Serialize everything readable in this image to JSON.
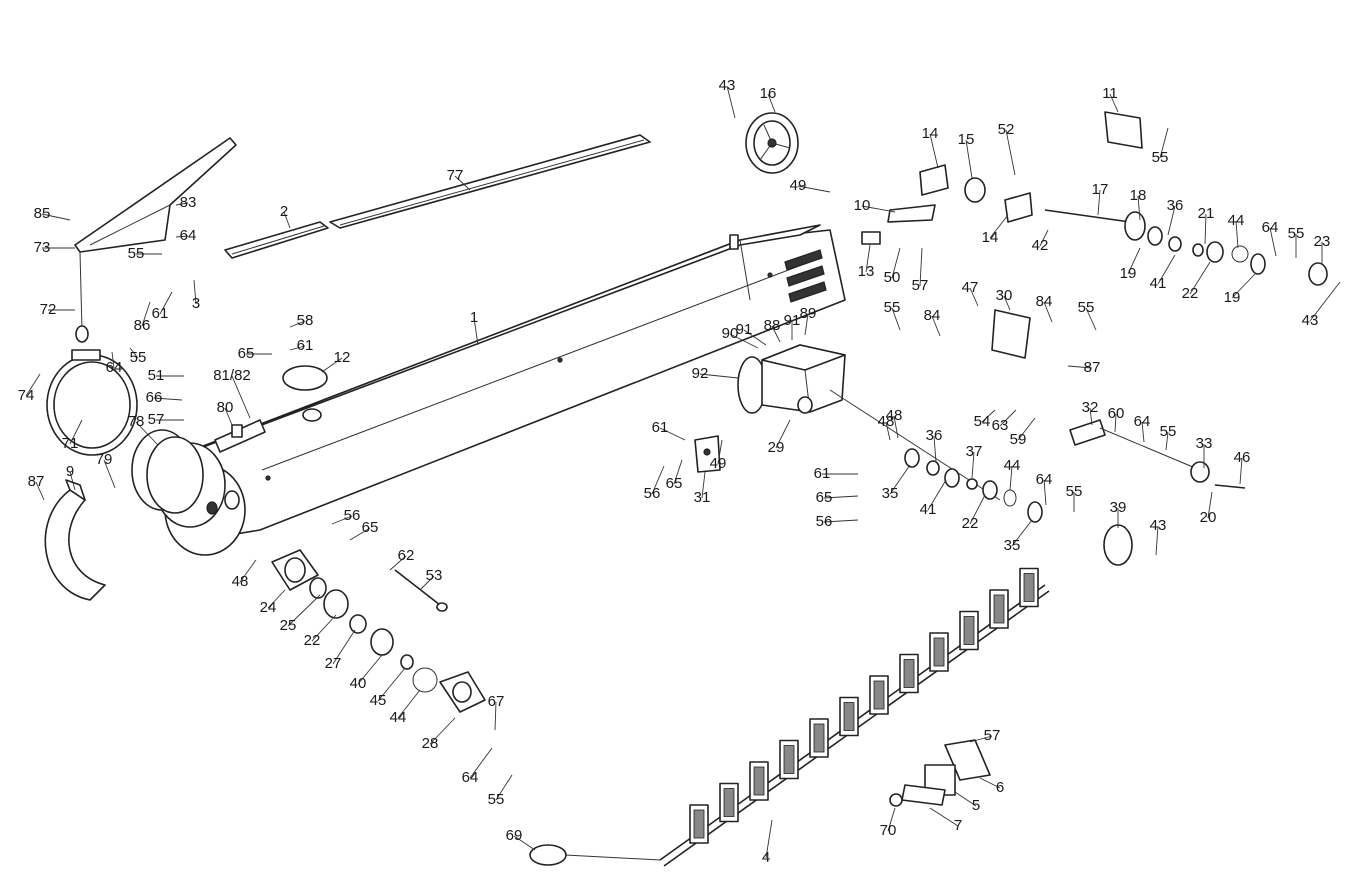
{
  "parts": [
    {
      "id": "p77",
      "text": "77"
    },
    {
      "id": "p2",
      "text": "2"
    },
    {
      "id": "p1",
      "text": "1"
    },
    {
      "id": "p85",
      "text": "85"
    },
    {
      "id": "p73",
      "text": "73"
    },
    {
      "id": "p83",
      "text": "83"
    },
    {
      "id": "p64a",
      "text": "64"
    },
    {
      "id": "p55a",
      "text": "55"
    },
    {
      "id": "p3",
      "text": "3"
    },
    {
      "id": "p72",
      "text": "72"
    },
    {
      "id": "p86",
      "text": "86"
    },
    {
      "id": "p61a",
      "text": "61"
    },
    {
      "id": "p58",
      "text": "58"
    },
    {
      "id": "p65a",
      "text": "65"
    },
    {
      "id": "p61b",
      "text": "61"
    },
    {
      "id": "p12",
      "text": "12"
    },
    {
      "id": "p64b",
      "text": "64"
    },
    {
      "id": "p55b",
      "text": "55"
    },
    {
      "id": "p74",
      "text": "74"
    },
    {
      "id": "p51",
      "text": "51"
    },
    {
      "id": "p81",
      "text": "81/82"
    },
    {
      "id": "p66",
      "text": "66"
    },
    {
      "id": "p57a",
      "text": "57"
    },
    {
      "id": "p80",
      "text": "80"
    },
    {
      "id": "p78",
      "text": "78"
    },
    {
      "id": "p71",
      "text": "71"
    },
    {
      "id": "p87a",
      "text": "87"
    },
    {
      "id": "p9",
      "text": "9"
    },
    {
      "id": "p79",
      "text": "79"
    },
    {
      "id": "p56a",
      "text": "56"
    },
    {
      "id": "p65b",
      "text": "65"
    },
    {
      "id": "p62",
      "text": "62"
    },
    {
      "id": "p53",
      "text": "53"
    },
    {
      "id": "p48a",
      "text": "48"
    },
    {
      "id": "p24",
      "text": "24"
    },
    {
      "id": "p25",
      "text": "25"
    },
    {
      "id": "p22a",
      "text": "22"
    },
    {
      "id": "p27",
      "text": "27"
    },
    {
      "id": "p40",
      "text": "40"
    },
    {
      "id": "p45",
      "text": "45"
    },
    {
      "id": "p44a",
      "text": "44"
    },
    {
      "id": "p28",
      "text": "28"
    },
    {
      "id": "p67",
      "text": "67"
    },
    {
      "id": "p64c",
      "text": "64"
    },
    {
      "id": "p55c",
      "text": "55"
    },
    {
      "id": "p69",
      "text": "69"
    },
    {
      "id": "p4",
      "text": "4"
    },
    {
      "id": "p43a",
      "text": "43"
    },
    {
      "id": "p16",
      "text": "16"
    },
    {
      "id": "p14a",
      "text": "14"
    },
    {
      "id": "p15",
      "text": "15"
    },
    {
      "id": "p52",
      "text": "52"
    },
    {
      "id": "p11",
      "text": "11"
    },
    {
      "id": "p55d",
      "text": "55"
    },
    {
      "id": "p49a",
      "text": "49"
    },
    {
      "id": "p10",
      "text": "10"
    },
    {
      "id": "p13",
      "text": "13"
    },
    {
      "id": "p50",
      "text": "50"
    },
    {
      "id": "p57b",
      "text": "57"
    },
    {
      "id": "p14b",
      "text": "14"
    },
    {
      "id": "p42",
      "text": "42"
    },
    {
      "id": "p17",
      "text": "17"
    },
    {
      "id": "p18",
      "text": "18"
    },
    {
      "id": "p36a",
      "text": "36"
    },
    {
      "id": "p21",
      "text": "21"
    },
    {
      "id": "p44b",
      "text": "44"
    },
    {
      "id": "p64d",
      "text": "64"
    },
    {
      "id": "p55e",
      "text": "55"
    },
    {
      "id": "p23",
      "text": "23"
    },
    {
      "id": "p19a",
      "text": "19"
    },
    {
      "id": "p41a",
      "text": "41"
    },
    {
      "id": "p22b",
      "text": "22"
    },
    {
      "id": "p19b",
      "text": "19"
    },
    {
      "id": "p43b",
      "text": "43"
    },
    {
      "id": "p47",
      "text": "47"
    },
    {
      "id": "p30",
      "text": "30"
    },
    {
      "id": "p84a",
      "text": "84"
    },
    {
      "id": "p55f",
      "text": "55"
    },
    {
      "id": "p55g",
      "text": "55"
    },
    {
      "id": "p84b",
      "text": "84"
    },
    {
      "id": "p87b",
      "text": "87"
    },
    {
      "id": "p90",
      "text": "90"
    },
    {
      "id": "p91a",
      "text": "91"
    },
    {
      "id": "p88",
      "text": "88"
    },
    {
      "id": "p91b",
      "text": "91"
    },
    {
      "id": "p89",
      "text": "89"
    },
    {
      "id": "p92",
      "text": "92"
    },
    {
      "id": "p29",
      "text": "29"
    },
    {
      "id": "p48b",
      "text": "48"
    },
    {
      "id": "p32",
      "text": "32"
    },
    {
      "id": "p54",
      "text": "54"
    },
    {
      "id": "p63",
      "text": "63"
    },
    {
      "id": "p59",
      "text": "59"
    },
    {
      "id": "p60",
      "text": "60"
    },
    {
      "id": "p64e",
      "text": "64"
    },
    {
      "id": "p55h",
      "text": "55"
    },
    {
      "id": "p61c",
      "text": "61"
    },
    {
      "id": "p49b",
      "text": "49"
    },
    {
      "id": "p56b",
      "text": "56"
    },
    {
      "id": "p65c",
      "text": "65"
    },
    {
      "id": "p31",
      "text": "31"
    },
    {
      "id": "p48c",
      "text": "48"
    },
    {
      "id": "p36b",
      "text": "36"
    },
    {
      "id": "p37",
      "text": "37"
    },
    {
      "id": "p44c",
      "text": "44"
    },
    {
      "id": "p64f",
      "text": "64"
    },
    {
      "id": "p55i",
      "text": "55"
    },
    {
      "id": "p33",
      "text": "33"
    },
    {
      "id": "p46",
      "text": "46"
    },
    {
      "id": "p20",
      "text": "20"
    },
    {
      "id": "p35a",
      "text": "35"
    },
    {
      "id": "p41b",
      "text": "41"
    },
    {
      "id": "p22c",
      "text": "22"
    },
    {
      "id": "p35b",
      "text": "35"
    },
    {
      "id": "p39",
      "text": "39"
    },
    {
      "id": "p43c",
      "text": "43"
    },
    {
      "id": "p61d",
      "text": "61"
    },
    {
      "id": "p65d",
      "text": "65"
    },
    {
      "id": "p56c",
      "text": "56"
    },
    {
      "id": "p57c",
      "text": "57"
    },
    {
      "id": "p6",
      "text": "6"
    },
    {
      "id": "p5",
      "text": "5"
    },
    {
      "id": "p7",
      "text": "7"
    },
    {
      "id": "p70",
      "text": "70"
    }
  ]
}
